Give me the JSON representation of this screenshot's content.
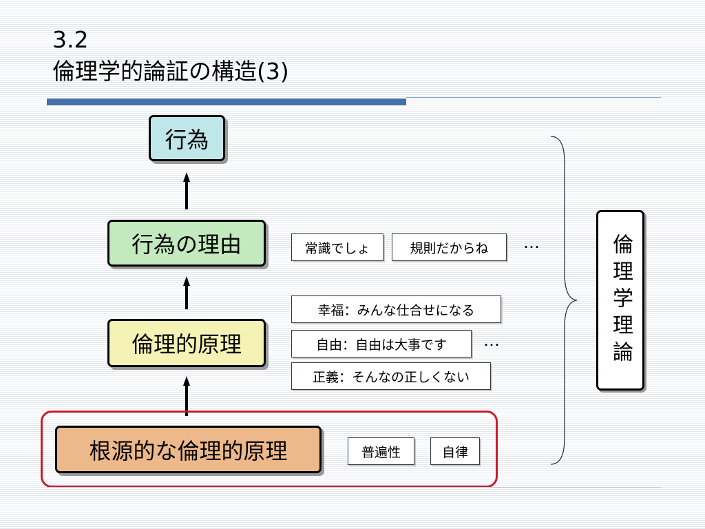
{
  "slide": {
    "title_line1": "3.2",
    "title_line2": "倫理学的論証の構造(3)",
    "accent_color": "#4471a8",
    "highlight_frame_color": "#c81e2a"
  },
  "hierarchy": {
    "action": "行為",
    "reason": "行為の理由",
    "principle": "倫理的原理",
    "fundamental_principle": "根源的な倫理的原理"
  },
  "reason_examples": [
    "常識でしょ",
    "規則だからね"
  ],
  "principle_examples": [
    "幸福：みんな仕合せになる",
    "自由：自由は大事です",
    "正義：そんなの正しくない"
  ],
  "fundamental_examples": [
    "普遍性",
    "自律"
  ],
  "ellipsis": "…",
  "theory_label": "倫理学理論",
  "colors": {
    "action_fill": "#bfe6e8",
    "reason_fill": "#c3eabe",
    "principle_fill": "#f4f2b4",
    "fundamental_fill": "#edb98b"
  }
}
